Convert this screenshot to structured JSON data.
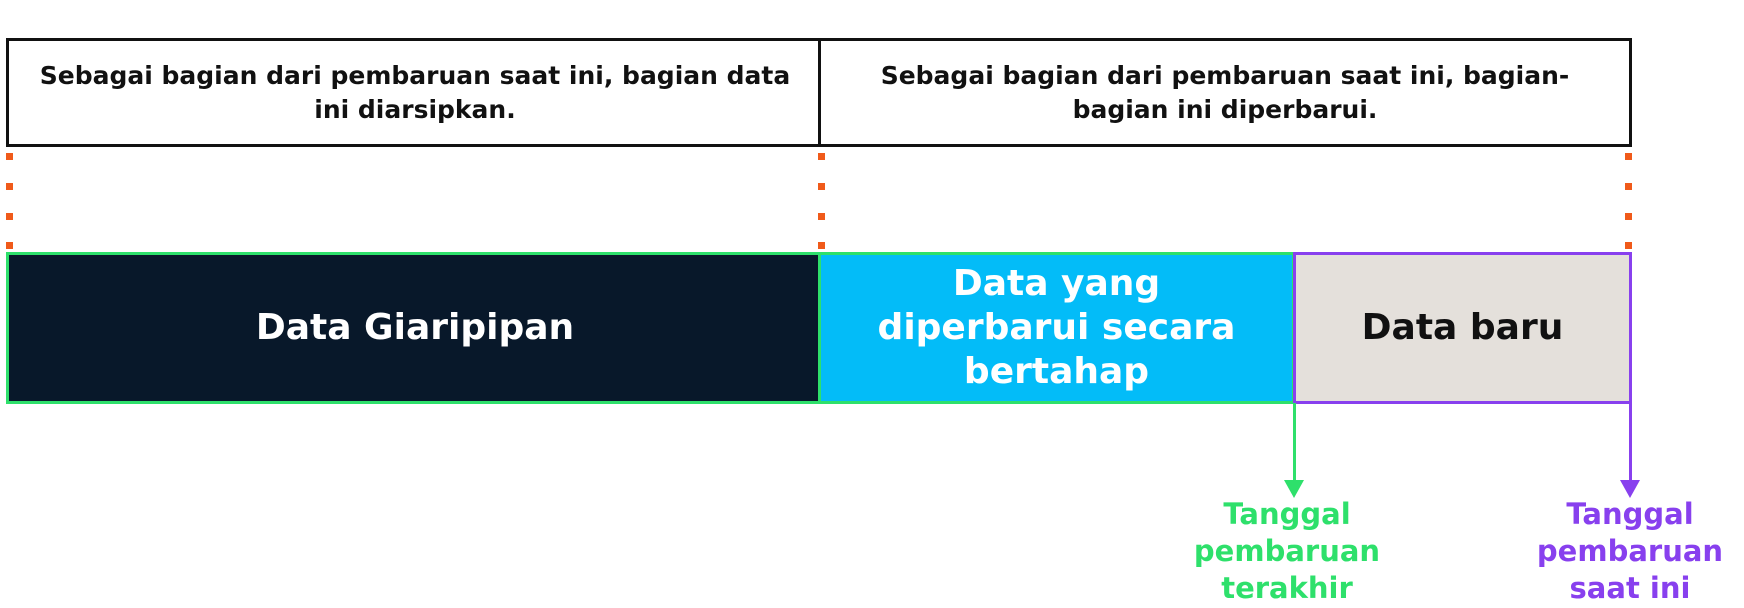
{
  "header_boxes": {
    "archived_note": "Sebagai bagian dari pembaruan saat ini, bagian data ini diarsipkan.",
    "updated_note": "Sebagai bagian dari pembaruan saat ini, bagian-bagian ini diperbarui."
  },
  "segments": {
    "archived": "Data Giaripipan",
    "incremental": "Data yang diperbarui secara bertahap",
    "new": "Data baru"
  },
  "markers": {
    "last_update": "Tanggal pembaruan terakhir",
    "current_update": "Tanggal pembaruan saat ini"
  },
  "colors": {
    "archived_fill": "#08182a",
    "incremental_fill": "#03bcf8",
    "new_fill": "#e4e0db",
    "green_accent": "#2ee06b",
    "purple_accent": "#8840ee",
    "dots": "#f05a1a"
  }
}
